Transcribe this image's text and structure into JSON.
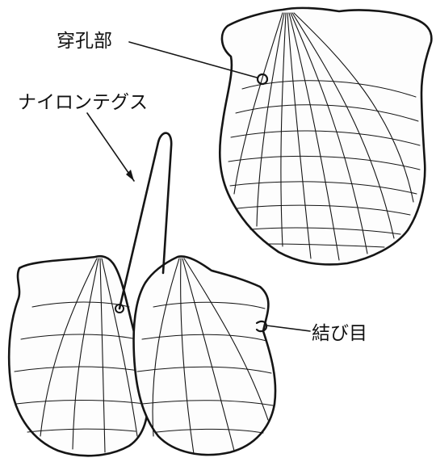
{
  "labels": {
    "drill_hole": "穿孔部",
    "nylon_line": "ナイロンテグス",
    "knot": "結び目"
  },
  "colors": {
    "ink": "#151515",
    "paper": "#ffffff"
  }
}
